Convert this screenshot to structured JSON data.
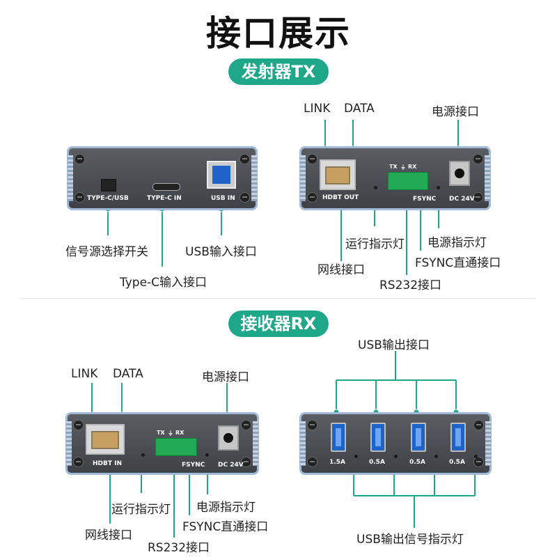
{
  "title": "接口展示",
  "tx_section": "发射器TX",
  "rx_section": "接收器RX",
  "tx_left": {
    "port_labels": [
      "TYPE-C/USB",
      "TYPE-C IN",
      "USB IN"
    ],
    "callouts": [
      "信号源选择开关",
      "USB输入接口",
      "Type-C输入接口"
    ]
  },
  "tx_right": {
    "top": [
      "LINK",
      "DATA",
      "电源接口"
    ],
    "port_labels": [
      "HDBT OUT",
      "TX",
      "RX",
      "FSYNC",
      "DC 24V"
    ],
    "ground_symbol": "⏚",
    "callouts": [
      "运行指示灯",
      "电源指示灯",
      "FSYNC直通接口",
      "网线接口",
      "RS232接口"
    ]
  },
  "rx_left": {
    "top": [
      "LINK",
      "DATA",
      "电源接口"
    ],
    "port_labels": [
      "HDBT IN",
      "TX",
      "RX",
      "FSYNC",
      "DC 24V"
    ],
    "ground_symbol": "⏚",
    "callouts": [
      "运行指示灯",
      "电源指示灯",
      "FSYNC直通接口",
      "网线接口",
      "RS232接口"
    ]
  },
  "rx_right": {
    "top": "USB输出接口",
    "port_labels": [
      "1.5A",
      "0.5A",
      "0.5A",
      "0.5A"
    ],
    "bottom": "USB输出信号指示灯"
  },
  "colors": {
    "accent": "#1fa789",
    "line": "#1fa789"
  }
}
